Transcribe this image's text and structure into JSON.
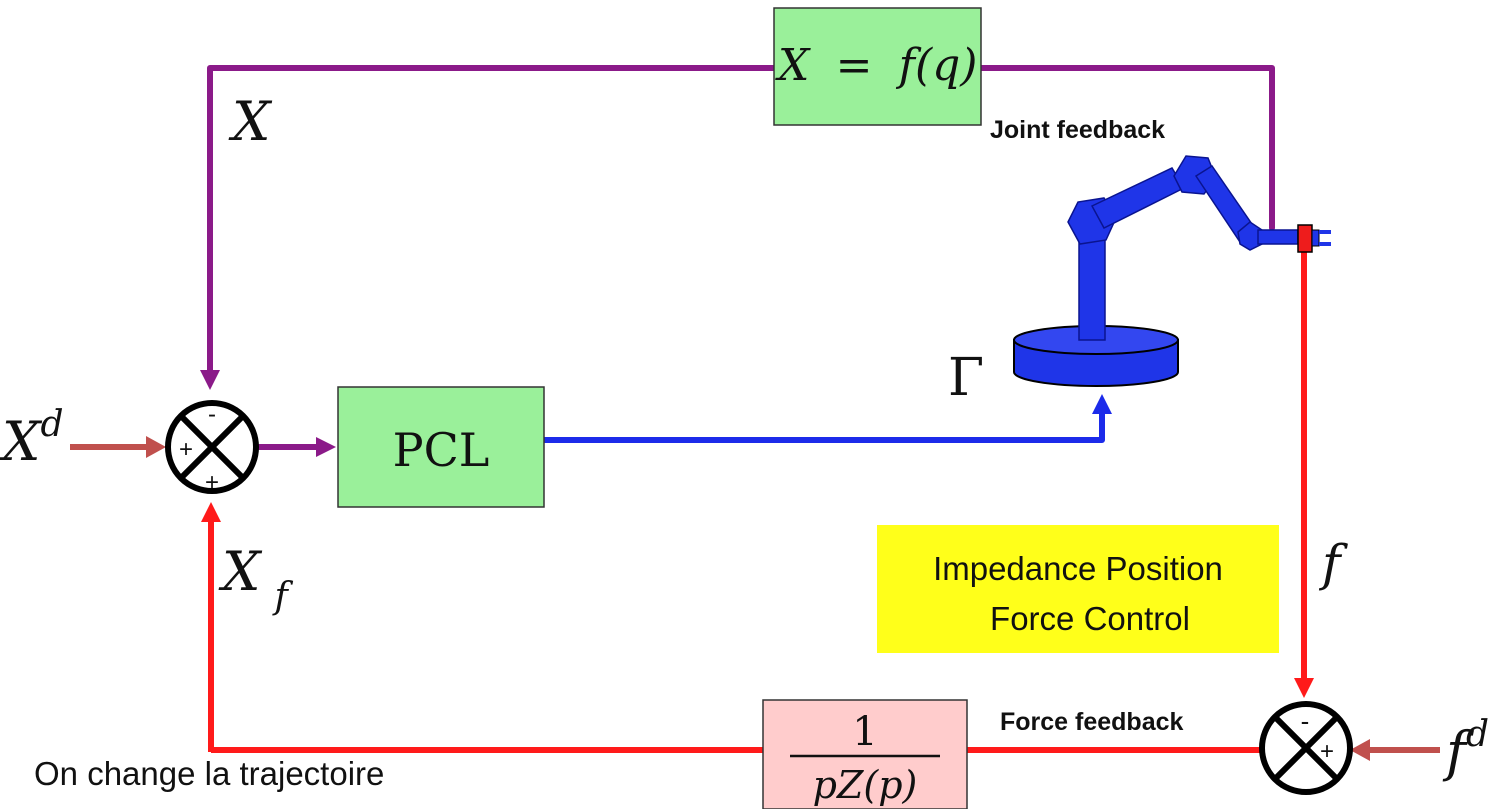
{
  "blocks": {
    "joint_model": {
      "lhs": "X",
      "eq": "=",
      "rhs": "f(q)"
    },
    "pcl": {
      "label": "PCL"
    },
    "impedance": {
      "numerator": "1",
      "denominator": "pZ(p)"
    }
  },
  "labels": {
    "joint_feedback": "Joint feedback",
    "force_feedback": "Force feedback",
    "impedance_title_line1": "Impedance Position",
    "impedance_title_line2": "Force Control",
    "caption": "On change la trajectoire"
  },
  "signals": {
    "x": "X",
    "x_desired_base": "X",
    "x_desired_sup": "d",
    "x_f_base": "X",
    "x_f_sub": "f",
    "gamma": "Γ",
    "f": "f",
    "f_desired_base": "f",
    "f_desired_sup": "d"
  },
  "summing_junctions": {
    "position_sum": {
      "top": "-",
      "left": "+",
      "bottom": "+"
    },
    "force_sum": {
      "top": "-",
      "right": "+"
    }
  },
  "colors": {
    "position_loop": "#8b1a89",
    "command_line": "#1c2bea",
    "force_loop": "#ff1a1a",
    "input_arrow": "#c0504d",
    "green_block": "#9af09a",
    "pink_block": "#ffcccc",
    "highlight": "#ffff1a",
    "robot": "#1f35e8",
    "sensor": "#ee1c1c"
  }
}
